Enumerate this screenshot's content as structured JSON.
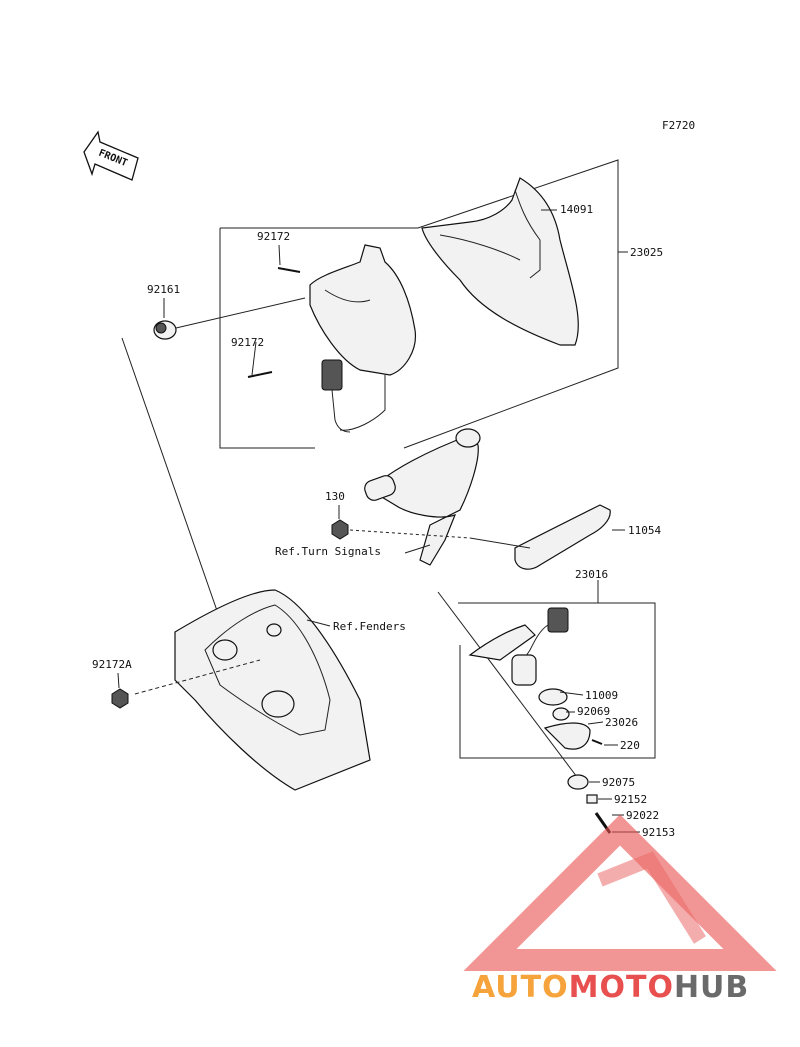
{
  "diagram": {
    "code": "F2720",
    "front_label": "FRONT",
    "parts": {
      "p14091": "14091",
      "p23025": "23025",
      "p92172_top": "92172",
      "p92172_low": "92172",
      "p92161": "92161",
      "p130": "130",
      "p11054": "11054",
      "p23016": "23016",
      "p11009": "11009",
      "p92069": "92069",
      "p23026": "23026",
      "p220": "220",
      "p92075": "92075",
      "p92152": "92152",
      "p92022": "92022",
      "p92153": "92153",
      "p92172A": "92172A"
    },
    "refs": {
      "turn_signals": "Ref.Turn Signals",
      "fenders": "Ref.Fenders"
    }
  },
  "watermark": {
    "part1": "AUTO",
    "part2": "MOTO",
    "part3": "HUB",
    "colors": {
      "orange": "#f5a33a",
      "red": "#e8504f",
      "gray": "#6a6a6a"
    }
  }
}
